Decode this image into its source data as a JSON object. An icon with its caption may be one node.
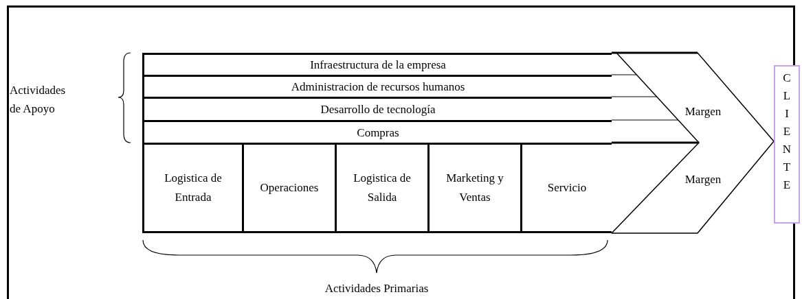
{
  "diagram": {
    "nodes": [
      {
        "text": [
          "Infraestructura de la empresa"
        ]
      },
      {
        "text": [
          "Administracion de recursos humanos"
        ]
      },
      {
        "text": [
          "Desarrollo de tecnología"
        ]
      },
      {
        "text": [
          "Compras"
        ]
      },
      {
        "text": [
          "Logistica de Entrada"
        ]
      },
      {
        "text": [
          "Operaciones"
        ]
      },
      {
        "text": [
          "Logistica de Salida"
        ]
      },
      {
        "text": [
          "Marketing y Ventas"
        ]
      },
      {
        "text": [
          "Servicio"
        ]
      },
      {
        "text": [
          "Margen"
        ]
      },
      {
        "text": [
          "Margen"
        ]
      },
      {
        "text": [
          "CLIENTE"
        ]
      }
    ],
    "labels": [
      "Actividades de Apoyo",
      "Actividades Primarias"
    ]
  }
}
